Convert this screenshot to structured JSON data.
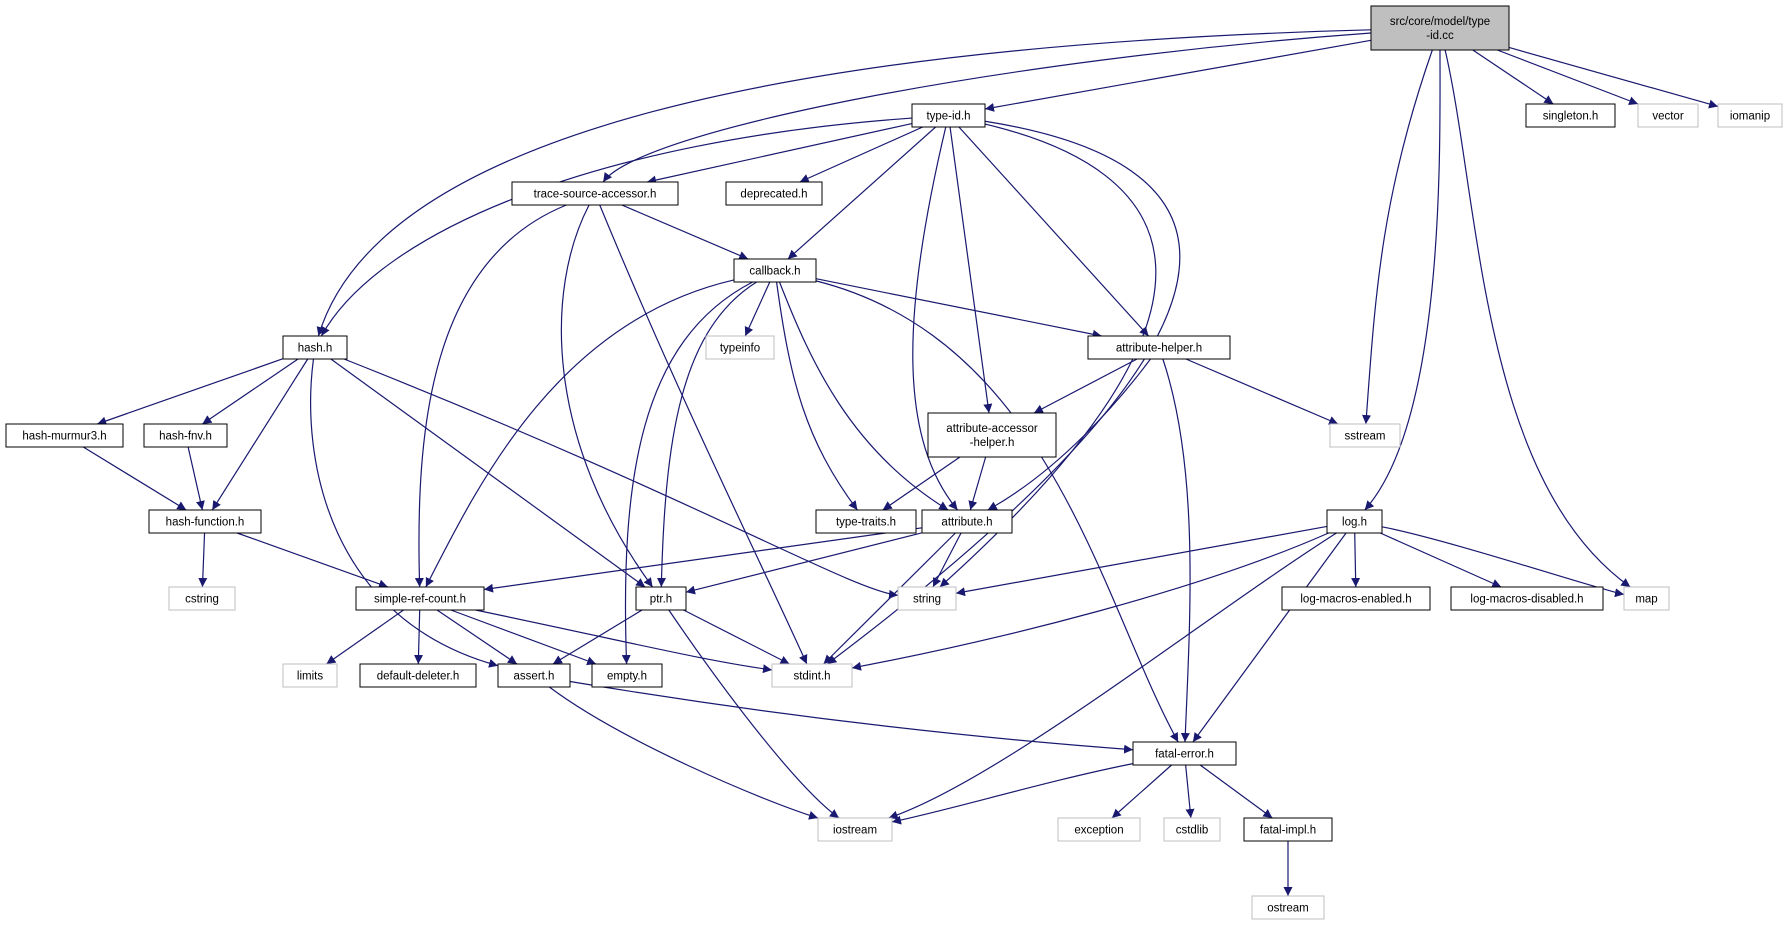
{
  "graph": {
    "edge_color": "#191970",
    "node_fill": {
      "root": "#bfbfbf",
      "local": "#ffffff",
      "system": "#ffffff"
    },
    "node_stroke": {
      "root": "#000000",
      "local": "#000000",
      "system": "#bfbfbf"
    },
    "nodes": [
      {
        "id": "type-id-cc",
        "kind": "root",
        "lines": [
          "src/core/model/type",
          "-id.cc"
        ]
      },
      {
        "id": "type-id-h",
        "kind": "local",
        "lines": [
          "type-id.h"
        ]
      },
      {
        "id": "singleton-h",
        "kind": "local",
        "lines": [
          "singleton.h"
        ]
      },
      {
        "id": "vector",
        "kind": "system",
        "lines": [
          "vector"
        ]
      },
      {
        "id": "iomanip",
        "kind": "system",
        "lines": [
          "iomanip"
        ]
      },
      {
        "id": "trace-source-accessor-h",
        "kind": "local",
        "lines": [
          "trace-source-accessor.h"
        ]
      },
      {
        "id": "deprecated-h",
        "kind": "local",
        "lines": [
          "deprecated.h"
        ]
      },
      {
        "id": "callback-h",
        "kind": "local",
        "lines": [
          "callback.h"
        ]
      },
      {
        "id": "hash-h",
        "kind": "local",
        "lines": [
          "hash.h"
        ]
      },
      {
        "id": "typeinfo",
        "kind": "system",
        "lines": [
          "typeinfo"
        ]
      },
      {
        "id": "attribute-helper-h",
        "kind": "local",
        "lines": [
          "attribute-helper.h"
        ]
      },
      {
        "id": "hash-murmur3-h",
        "kind": "local",
        "lines": [
          "hash-murmur3.h"
        ]
      },
      {
        "id": "hash-fnv-h",
        "kind": "local",
        "lines": [
          "hash-fnv.h"
        ]
      },
      {
        "id": "attribute-accessor-helper-h",
        "kind": "local",
        "lines": [
          "attribute-accessor",
          "-helper.h"
        ]
      },
      {
        "id": "sstream",
        "kind": "system",
        "lines": [
          "sstream"
        ]
      },
      {
        "id": "hash-function-h",
        "kind": "local",
        "lines": [
          "hash-function.h"
        ]
      },
      {
        "id": "type-traits-h",
        "kind": "local",
        "lines": [
          "type-traits.h"
        ]
      },
      {
        "id": "attribute-h",
        "kind": "local",
        "lines": [
          "attribute.h"
        ]
      },
      {
        "id": "log-h",
        "kind": "local",
        "lines": [
          "log.h"
        ]
      },
      {
        "id": "cstring",
        "kind": "system",
        "lines": [
          "cstring"
        ]
      },
      {
        "id": "simple-ref-count-h",
        "kind": "local",
        "lines": [
          "simple-ref-count.h"
        ]
      },
      {
        "id": "ptr-h",
        "kind": "local",
        "lines": [
          "ptr.h"
        ]
      },
      {
        "id": "string",
        "kind": "system",
        "lines": [
          "string"
        ]
      },
      {
        "id": "log-macros-enabled-h",
        "kind": "local",
        "lines": [
          "log-macros-enabled.h"
        ]
      },
      {
        "id": "log-macros-disabled-h",
        "kind": "local",
        "lines": [
          "log-macros-disabled.h"
        ]
      },
      {
        "id": "map",
        "kind": "system",
        "lines": [
          "map"
        ]
      },
      {
        "id": "limits",
        "kind": "system",
        "lines": [
          "limits"
        ]
      },
      {
        "id": "default-deleter-h",
        "kind": "local",
        "lines": [
          "default-deleter.h"
        ]
      },
      {
        "id": "assert-h",
        "kind": "local",
        "lines": [
          "assert.h"
        ]
      },
      {
        "id": "empty-h",
        "kind": "local",
        "lines": [
          "empty.h"
        ]
      },
      {
        "id": "stdint-h",
        "kind": "system",
        "lines": [
          "stdint.h"
        ]
      },
      {
        "id": "fatal-error-h",
        "kind": "local",
        "lines": [
          "fatal-error.h"
        ]
      },
      {
        "id": "iostream",
        "kind": "system",
        "lines": [
          "iostream"
        ]
      },
      {
        "id": "exception",
        "kind": "system",
        "lines": [
          "exception"
        ]
      },
      {
        "id": "cstdlib",
        "kind": "system",
        "lines": [
          "cstdlib"
        ]
      },
      {
        "id": "fatal-impl-h",
        "kind": "local",
        "lines": [
          "fatal-impl.h"
        ]
      },
      {
        "id": "ostream",
        "kind": "system",
        "lines": [
          "ostream"
        ]
      }
    ],
    "edges": [
      [
        "type-id-cc",
        "type-id-h"
      ],
      [
        "type-id-cc",
        "trace-source-accessor-h"
      ],
      [
        "type-id-cc",
        "hash-h"
      ],
      [
        "type-id-cc",
        "singleton-h"
      ],
      [
        "type-id-cc",
        "vector"
      ],
      [
        "type-id-cc",
        "iomanip"
      ],
      [
        "type-id-cc",
        "sstream"
      ],
      [
        "type-id-cc",
        "log-h"
      ],
      [
        "type-id-cc",
        "map"
      ],
      [
        "type-id-h",
        "trace-source-accessor-h"
      ],
      [
        "type-id-h",
        "deprecated-h"
      ],
      [
        "type-id-h",
        "callback-h"
      ],
      [
        "type-id-h",
        "hash-h"
      ],
      [
        "type-id-h",
        "attribute-helper-h"
      ],
      [
        "type-id-h",
        "attribute-accessor-helper-h"
      ],
      [
        "type-id-h",
        "attribute-h"
      ],
      [
        "type-id-h",
        "string"
      ],
      [
        "type-id-h",
        "stdint-h"
      ],
      [
        "trace-source-accessor-h",
        "callback-h"
      ],
      [
        "trace-source-accessor-h",
        "simple-ref-count-h"
      ],
      [
        "trace-source-accessor-h",
        "ptr-h"
      ],
      [
        "trace-source-accessor-h",
        "stdint-h"
      ],
      [
        "callback-h",
        "typeinfo"
      ],
      [
        "callback-h",
        "attribute-helper-h"
      ],
      [
        "callback-h",
        "type-traits-h"
      ],
      [
        "callback-h",
        "attribute-h"
      ],
      [
        "callback-h",
        "simple-ref-count-h"
      ],
      [
        "callback-h",
        "ptr-h"
      ],
      [
        "callback-h",
        "empty-h"
      ],
      [
        "callback-h",
        "fatal-error-h"
      ],
      [
        "hash-h",
        "hash-murmur3-h"
      ],
      [
        "hash-h",
        "hash-fnv-h"
      ],
      [
        "hash-h",
        "hash-function-h"
      ],
      [
        "hash-h",
        "ptr-h"
      ],
      [
        "hash-h",
        "assert-h"
      ],
      [
        "hash-h",
        "string"
      ],
      [
        "hash-murmur3-h",
        "hash-function-h"
      ],
      [
        "hash-fnv-h",
        "hash-function-h"
      ],
      [
        "hash-function-h",
        "cstring"
      ],
      [
        "hash-function-h",
        "simple-ref-count-h"
      ],
      [
        "attribute-helper-h",
        "attribute-accessor-helper-h"
      ],
      [
        "attribute-helper-h",
        "attribute-h"
      ],
      [
        "attribute-helper-h",
        "sstream"
      ],
      [
        "attribute-helper-h",
        "fatal-error-h"
      ],
      [
        "attribute-accessor-helper-h",
        "type-traits-h"
      ],
      [
        "attribute-accessor-helper-h",
        "attribute-h"
      ],
      [
        "attribute-h",
        "simple-ref-count-h"
      ],
      [
        "attribute-h",
        "ptr-h"
      ],
      [
        "attribute-h",
        "string"
      ],
      [
        "attribute-h",
        "stdint-h"
      ],
      [
        "log-h",
        "string"
      ],
      [
        "log-h",
        "stdint-h"
      ],
      [
        "log-h",
        "log-macros-enabled-h"
      ],
      [
        "log-h",
        "log-macros-disabled-h"
      ],
      [
        "log-h",
        "map"
      ],
      [
        "log-h",
        "iostream"
      ],
      [
        "log-h",
        "fatal-error-h"
      ],
      [
        "simple-ref-count-h",
        "limits"
      ],
      [
        "simple-ref-count-h",
        "default-deleter-h"
      ],
      [
        "simple-ref-count-h",
        "assert-h"
      ],
      [
        "simple-ref-count-h",
        "empty-h"
      ],
      [
        "simple-ref-count-h",
        "stdint-h"
      ],
      [
        "ptr-h",
        "assert-h"
      ],
      [
        "ptr-h",
        "stdint-h"
      ],
      [
        "ptr-h",
        "iostream"
      ],
      [
        "assert-h",
        "fatal-error-h"
      ],
      [
        "assert-h",
        "iostream"
      ],
      [
        "fatal-error-h",
        "iostream"
      ],
      [
        "fatal-error-h",
        "exception"
      ],
      [
        "fatal-error-h",
        "cstdlib"
      ],
      [
        "fatal-error-h",
        "fatal-impl-h"
      ],
      [
        "fatal-impl-h",
        "ostream"
      ]
    ]
  }
}
